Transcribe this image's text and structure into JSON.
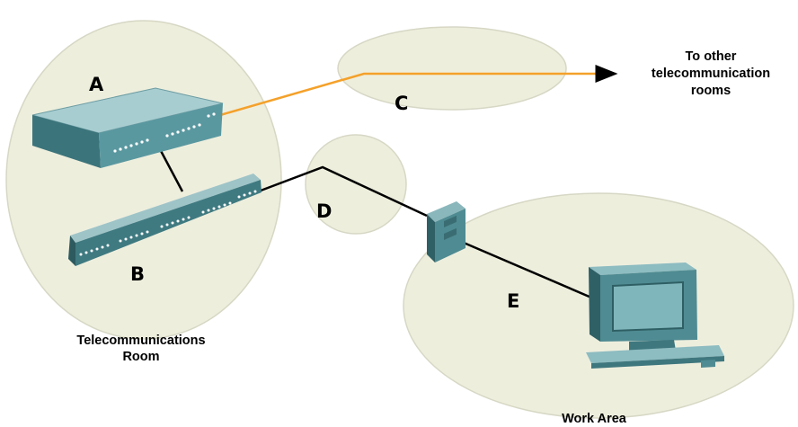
{
  "labels": {
    "a": "A",
    "b": "B",
    "c": "C",
    "d": "D",
    "e": "E"
  },
  "captions": {
    "telecom_room_line1": "Telecommunications",
    "telecom_room_line2": "Room",
    "work_area": "Work Area",
    "to_other_line1": "To other",
    "to_other_line2": "telecommunication",
    "to_other_line3": "rooms"
  },
  "colors": {
    "zone_fill": "#eeeedd",
    "zone_stroke": "#d7d7c5",
    "device_teal": "#4f8b92",
    "device_dark": "#33666c",
    "fiber_orange": "#f4a12a",
    "cable_black": "#000000"
  },
  "icons": {
    "switch": "network-switch-icon",
    "patch_panel": "patch-panel-icon",
    "wall_jack": "wall-outlet-icon",
    "workstation": "computer-icon"
  }
}
